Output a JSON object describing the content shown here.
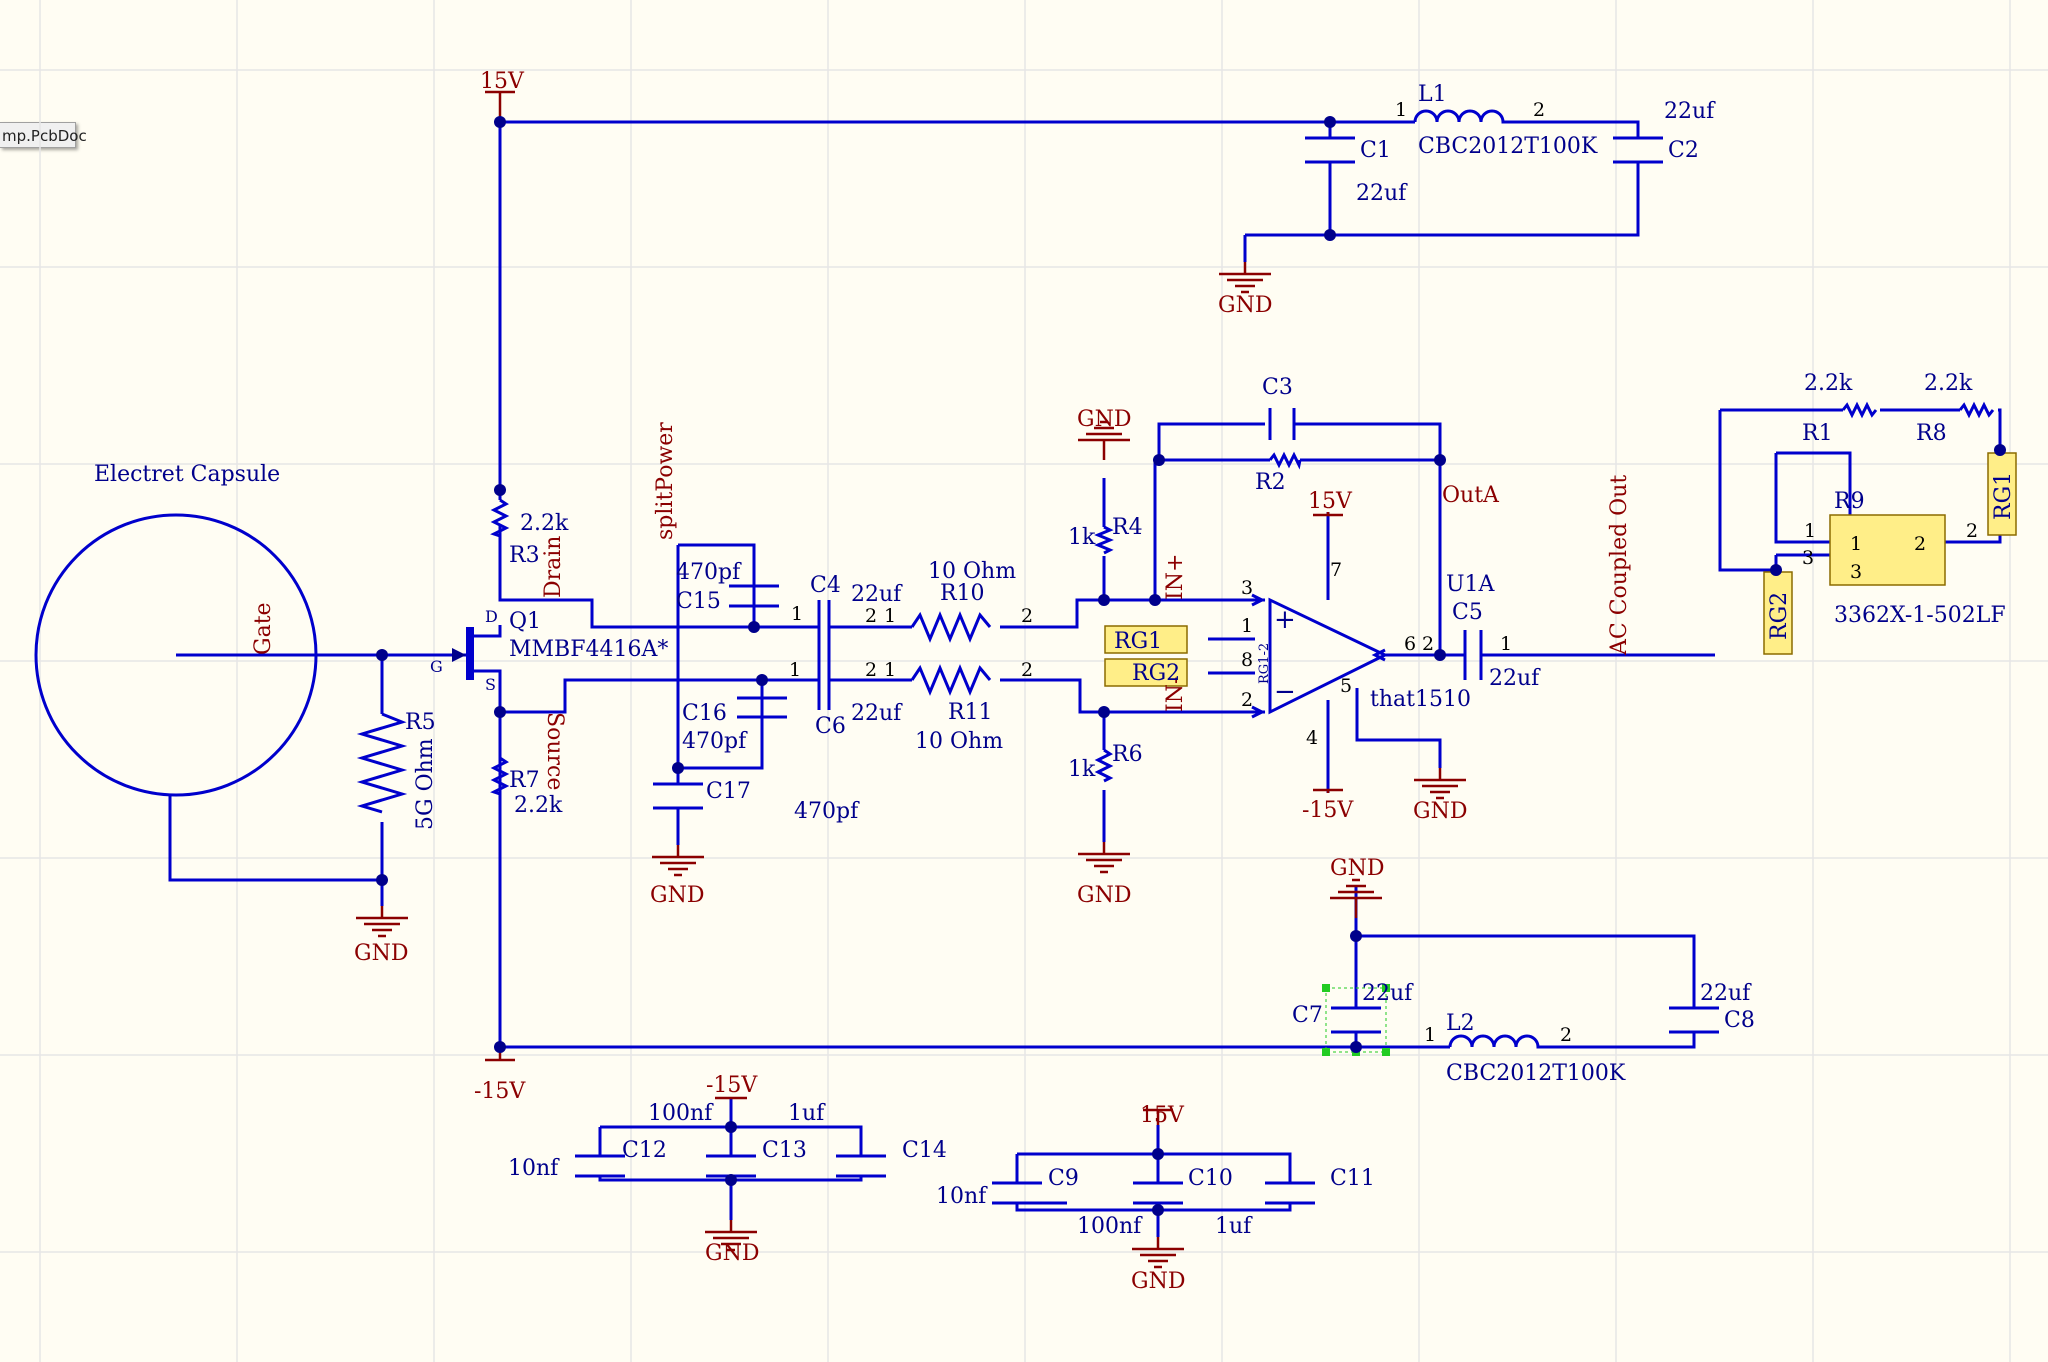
{
  "document_tab": "mp.PcbDoc",
  "labels": {
    "capsule": "Electret Capsule",
    "gate_net": "Gate",
    "drain_net": "Drain",
    "source_net": "Source",
    "split_power": "splitPower",
    "in_plus": "IN+",
    "in_minus": "IN-",
    "out_a": "OutA",
    "ac_out": "AC Coupled Out"
  },
  "power": {
    "p15": "15V",
    "n15": "-15V",
    "gnd": "GND"
  },
  "q1": {
    "ref": "Q1",
    "part": "MMBF4416A*",
    "d": "D",
    "g": "G",
    "s": "S"
  },
  "resistors": {
    "r1": {
      "ref": "R1",
      "val": "2.2k"
    },
    "r2": {
      "ref": "R2"
    },
    "r3": {
      "ref": "R3",
      "val": "2.2k"
    },
    "r4": {
      "ref": "R4",
      "val": "1k"
    },
    "r5": {
      "ref": "R5",
      "val": "5G Ohm"
    },
    "r6": {
      "ref": "R6",
      "val": "1k"
    },
    "r7": {
      "ref": "R7",
      "val": "2.2k"
    },
    "r8": {
      "ref": "R8",
      "val": "2.2k"
    },
    "r9": {
      "ref": "R9",
      "part": "3362X-1-502LF"
    },
    "r10": {
      "ref": "R10",
      "val": "10 Ohm"
    },
    "r11": {
      "ref": "R11",
      "val": "10 Ohm"
    }
  },
  "caps": {
    "c1": {
      "ref": "C1",
      "val": "22uf"
    },
    "c2": {
      "ref": "C2",
      "val": "22uf"
    },
    "c3": {
      "ref": "C3"
    },
    "c4": {
      "ref": "C4",
      "val": "22uf"
    },
    "c5": {
      "ref": "C5",
      "val": "22uf"
    },
    "c6": {
      "ref": "C6",
      "val": "22uf"
    },
    "c7": {
      "ref": "C7",
      "val": "22uf"
    },
    "c8": {
      "ref": "C8",
      "val": "22uf"
    },
    "c9": {
      "ref": "C9",
      "val": "10nf"
    },
    "c10": {
      "ref": "C10",
      "val": "100nf"
    },
    "c11": {
      "ref": "C11",
      "val": "1uf"
    },
    "c12": {
      "ref": "C12",
      "val": "10nf"
    },
    "c13": {
      "ref": "C13",
      "val": "100nf"
    },
    "c14": {
      "ref": "C14",
      "val": "1uf"
    },
    "c15": {
      "ref": "C15",
      "val": "470pf"
    },
    "c16": {
      "ref": "C16",
      "val": "470pf"
    },
    "c17": {
      "ref": "C17",
      "val": "470pf"
    }
  },
  "inductors": {
    "l1": {
      "ref": "L1",
      "part": "CBC2012T100K"
    },
    "l2": {
      "ref": "L2",
      "part": "CBC2012T100K"
    }
  },
  "u1": {
    "ref": "U1A",
    "part": "that1510",
    "inner_label": "RG1-2"
  },
  "ports": {
    "rg1": "RG1",
    "rg2": "RG2"
  },
  "pins": {
    "one": "1",
    "two": "2",
    "three": "3",
    "four": "4",
    "five": "5",
    "six": "6",
    "seven": "7",
    "eight": "8",
    "plus": "+",
    "minus": "−"
  },
  "colors": {
    "wire": "#0000cc",
    "part_text": "#00008b",
    "power_text": "#8b0000",
    "sheet_bg": "#fffdf3",
    "grid": "#e6e6e6",
    "port_fill": "#ffee88"
  }
}
